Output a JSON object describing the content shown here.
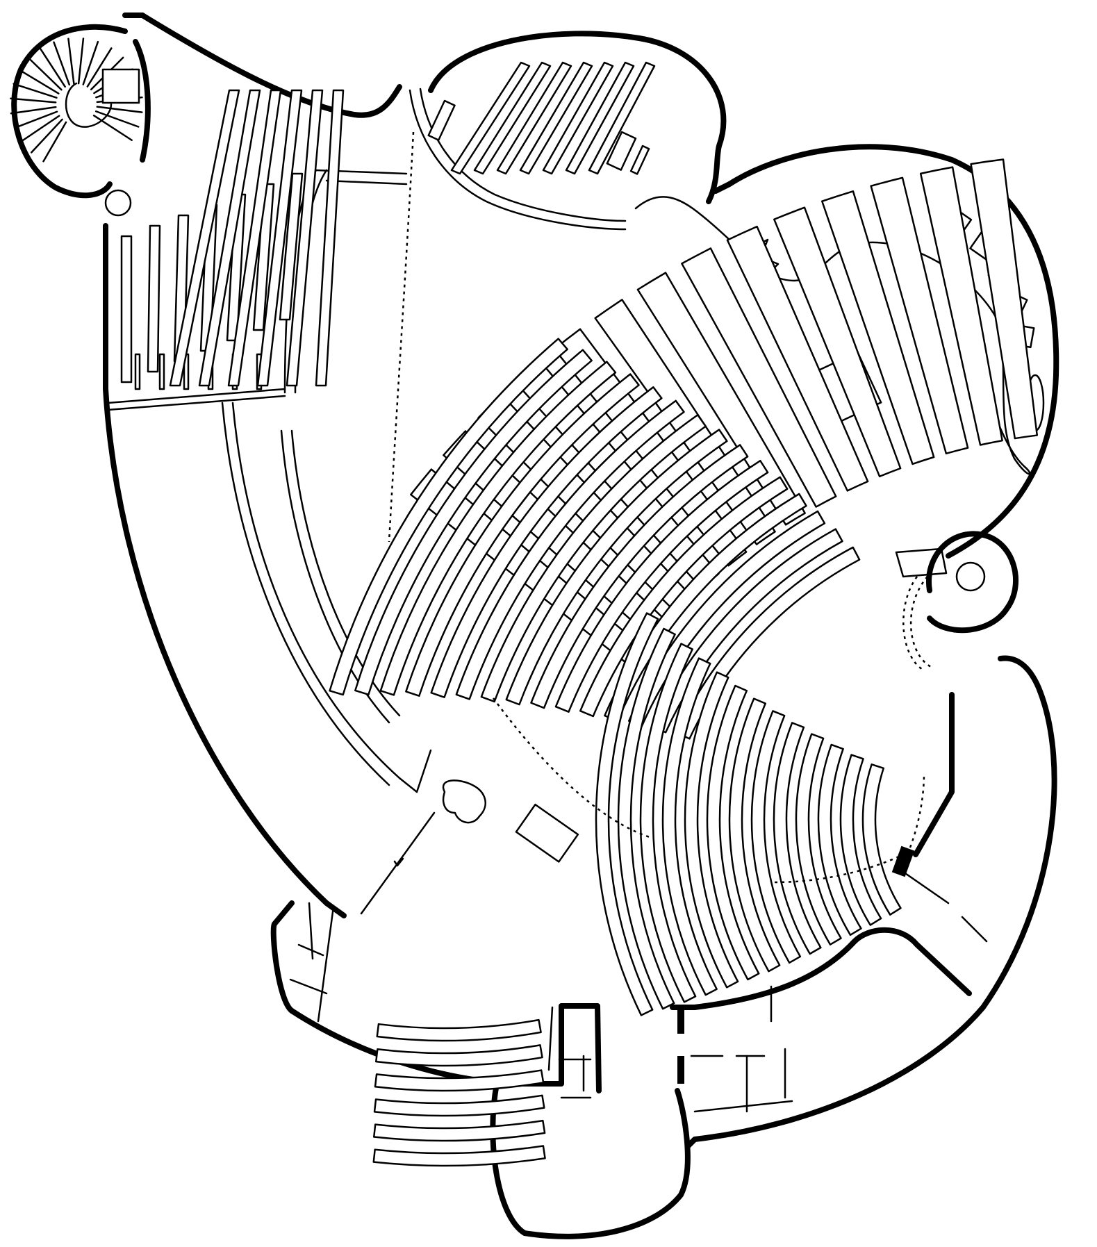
{
  "theme": {
    "line_color": "#000000",
    "background": "#ffffff"
  },
  "blocks": {
    "balcony_left": {
      "rows": 7
    },
    "balcony_left_inner": {
      "rows": 6
    },
    "balcony_top": {
      "rows": 7
    },
    "block_a": {
      "rows": 14
    },
    "block_b": {
      "rows": 15
    },
    "block_c": {
      "rows": 13
    },
    "block_d": {
      "rows": 6
    }
  }
}
